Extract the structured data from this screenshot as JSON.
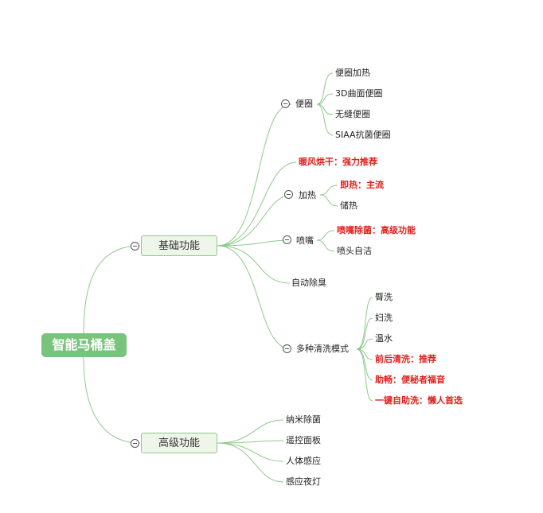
{
  "root": {
    "label": "智能马桶盖"
  },
  "branches": {
    "basic": {
      "label": "基础功能",
      "seat": {
        "label": "便圈",
        "children": [
          "便圈加热",
          "3D曲面便圈",
          "无缝便圈",
          "SIAA抗菌便圈"
        ]
      },
      "dryer": "暖风烘干：强力推荐",
      "heating": {
        "label": "加热",
        "children": [
          "即热：主流",
          "储热"
        ]
      },
      "nozzle": {
        "label": "喷嘴",
        "children": [
          "喷嘴除菌：高级功能",
          "喷头自洁"
        ]
      },
      "deodorize": "自动除臭",
      "wash": {
        "label": "多种清洗模式",
        "children": [
          "臀洗",
          "妇洗",
          "温水",
          "前后清洗：推荐",
          "助畅：便秘者福音",
          "一键自助洗：懒人首选"
        ]
      }
    },
    "advanced": {
      "label": "高级功能",
      "children": [
        "纳米除菌",
        "遥控面板",
        "人体感应",
        "感应夜灯"
      ]
    }
  },
  "colors": {
    "line": "#8dca8a",
    "root_fill": "#79c47c",
    "highlight_text": "#e0201b"
  }
}
